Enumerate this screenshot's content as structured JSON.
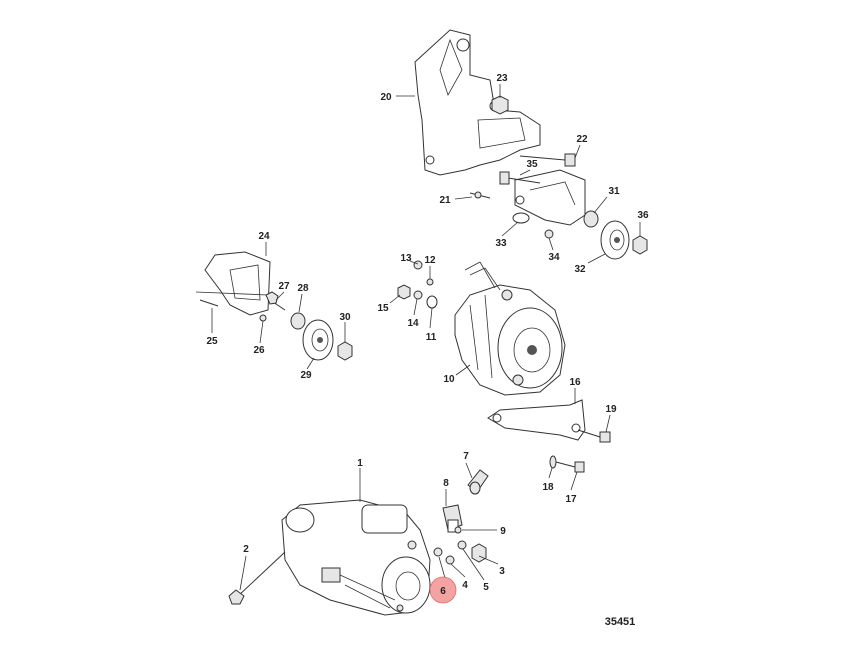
{
  "figure_number": "35451",
  "highlight": {
    "label": "6",
    "color": "#f4a3a3",
    "border": "#e06b6b"
  },
  "callouts": [
    {
      "id": "1",
      "label": "1"
    },
    {
      "id": "2",
      "label": "2"
    },
    {
      "id": "3",
      "label": "3"
    },
    {
      "id": "4",
      "label": "4"
    },
    {
      "id": "5",
      "label": "5"
    },
    {
      "id": "6",
      "label": "6"
    },
    {
      "id": "7",
      "label": "7"
    },
    {
      "id": "8",
      "label": "8"
    },
    {
      "id": "9",
      "label": "9"
    },
    {
      "id": "10",
      "label": "10"
    },
    {
      "id": "11",
      "label": "11"
    },
    {
      "id": "12",
      "label": "12"
    },
    {
      "id": "13",
      "label": "13"
    },
    {
      "id": "14",
      "label": "14"
    },
    {
      "id": "15",
      "label": "15"
    },
    {
      "id": "16",
      "label": "16"
    },
    {
      "id": "17",
      "label": "17"
    },
    {
      "id": "18",
      "label": "18"
    },
    {
      "id": "19",
      "label": "19"
    },
    {
      "id": "20",
      "label": "20"
    },
    {
      "id": "21",
      "label": "21"
    },
    {
      "id": "22",
      "label": "22"
    },
    {
      "id": "23",
      "label": "23"
    },
    {
      "id": "24",
      "label": "24"
    },
    {
      "id": "25",
      "label": "25"
    },
    {
      "id": "26",
      "label": "26"
    },
    {
      "id": "27",
      "label": "27"
    },
    {
      "id": "28",
      "label": "28"
    },
    {
      "id": "29",
      "label": "29"
    },
    {
      "id": "30",
      "label": "30"
    },
    {
      "id": "31",
      "label": "31"
    },
    {
      "id": "32",
      "label": "32"
    },
    {
      "id": "33",
      "label": "33"
    },
    {
      "id": "34",
      "label": "34"
    },
    {
      "id": "35",
      "label": "35"
    },
    {
      "id": "36",
      "label": "36"
    }
  ]
}
